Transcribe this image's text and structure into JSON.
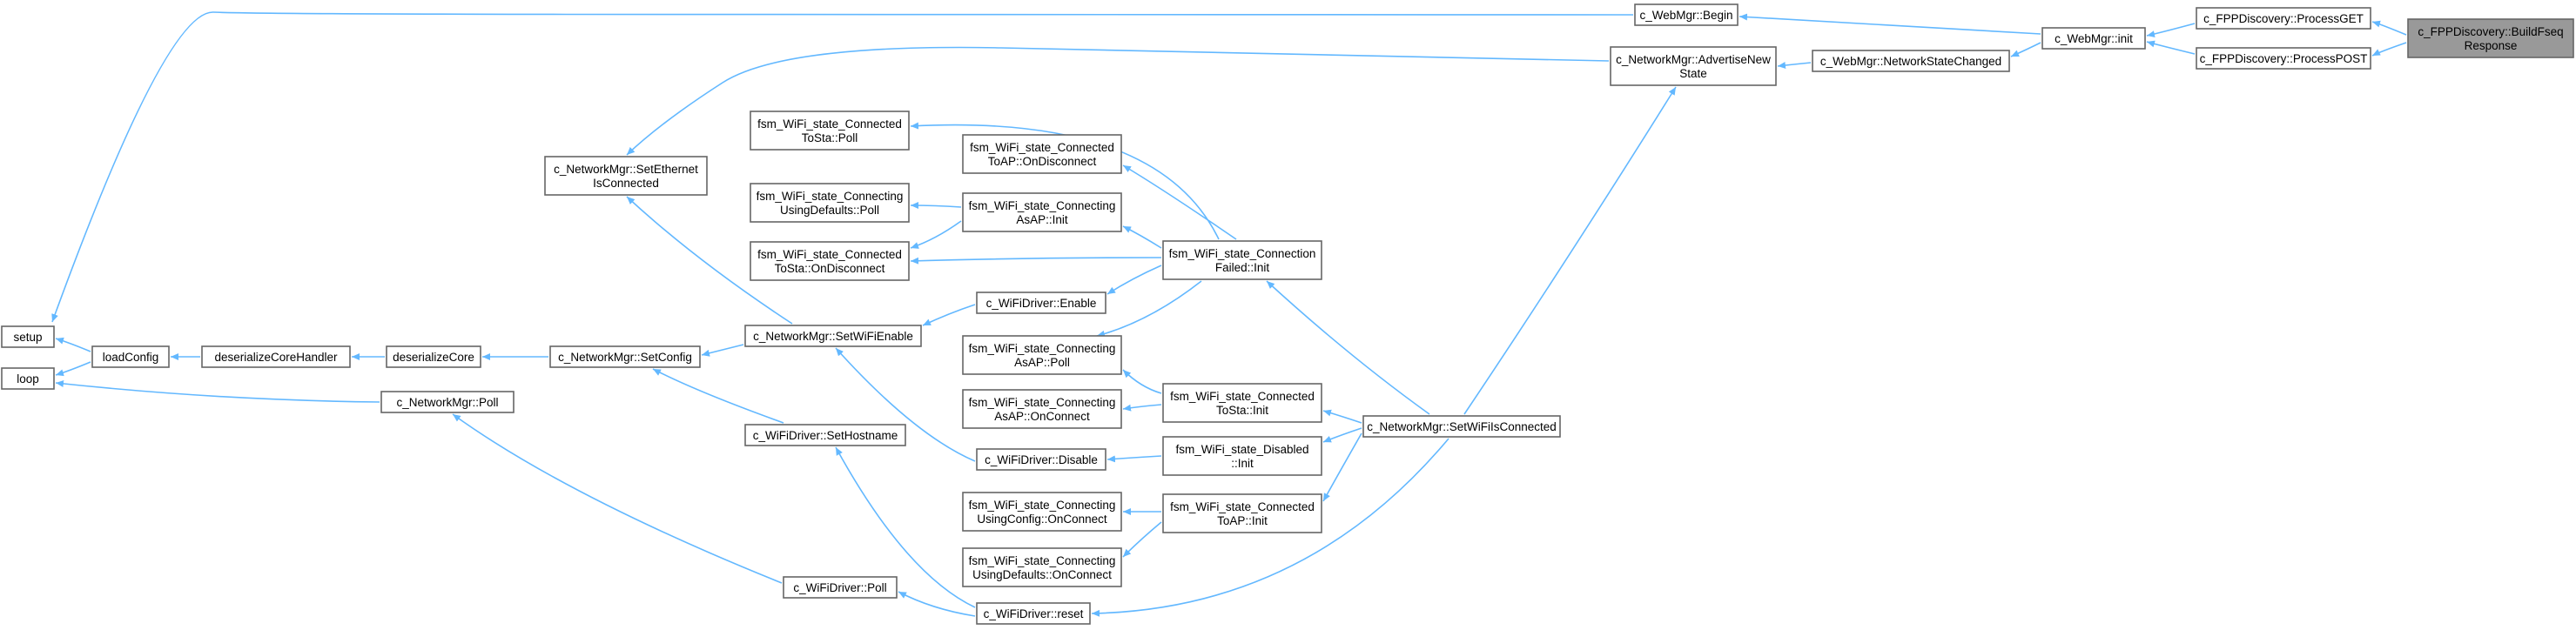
{
  "diagram": {
    "title": "",
    "colors": {
      "edge": "#63b8ff",
      "node_border": "#666666",
      "node_fill": "#ffffff",
      "root_fill": "#999999"
    },
    "nodes": [
      {
        "id": "root",
        "lines": [
          "c_FPPDiscovery::BuildFseq",
          "Response"
        ],
        "root": true
      },
      {
        "id": "processget",
        "lines": [
          "c_FPPDiscovery::ProcessGET"
        ]
      },
      {
        "id": "processpost",
        "lines": [
          "c_FPPDiscovery::ProcessPOST"
        ]
      },
      {
        "id": "webmgr_init",
        "lines": [
          "c_WebMgr::init"
        ]
      },
      {
        "id": "webmgr_begin",
        "lines": [
          "c_WebMgr::Begin"
        ]
      },
      {
        "id": "netstatechanged",
        "lines": [
          "c_WebMgr::NetworkStateChanged"
        ]
      },
      {
        "id": "advertise",
        "lines": [
          "c_NetworkMgr::AdvertiseNew",
          "State"
        ]
      },
      {
        "id": "setwifiisconnected",
        "lines": [
          "c_NetworkMgr::SetWiFiIsConnected"
        ]
      },
      {
        "id": "connfailed_init",
        "lines": [
          "fsm_WiFi_state_Connection",
          "Failed::Init"
        ]
      },
      {
        "id": "tosta_init",
        "lines": [
          "fsm_WiFi_state_Connected",
          "ToSta::Init"
        ]
      },
      {
        "id": "disabled_init",
        "lines": [
          "fsm_WiFi_state_Disabled",
          "::Init"
        ]
      },
      {
        "id": "toap_init",
        "lines": [
          "fsm_WiFi_state_Connected",
          "ToAP::Init"
        ]
      },
      {
        "id": "wifidriver_reset",
        "lines": [
          "c_WiFiDriver::reset"
        ]
      },
      {
        "id": "tosta_poll",
        "lines": [
          "fsm_WiFi_state_Connected",
          "ToSta::Poll"
        ]
      },
      {
        "id": "toap_ondisconnect",
        "lines": [
          "fsm_WiFi_state_Connected",
          "ToAP::OnDisconnect"
        ]
      },
      {
        "id": "asap_init",
        "lines": [
          "fsm_WiFi_state_Connecting",
          "AsAP::Init"
        ]
      },
      {
        "id": "usingdefaults_poll",
        "lines": [
          "fsm_WiFi_state_Connecting",
          "UsingDefaults::Poll"
        ]
      },
      {
        "id": "tosta_ondisconnect",
        "lines": [
          "fsm_WiFi_state_Connected",
          "ToSta::OnDisconnect"
        ]
      },
      {
        "id": "wifidriver_enable",
        "lines": [
          "c_WiFiDriver::Enable"
        ]
      },
      {
        "id": "asap_poll",
        "lines": [
          "fsm_WiFi_state_Connecting",
          "AsAP::Poll"
        ]
      },
      {
        "id": "asap_onconnect",
        "lines": [
          "fsm_WiFi_state_Connecting",
          "AsAP::OnConnect"
        ]
      },
      {
        "id": "wifidriver_disable",
        "lines": [
          "c_WiFiDriver::Disable"
        ]
      },
      {
        "id": "usingconfig_onconnect",
        "lines": [
          "fsm_WiFi_state_Connecting",
          "UsingConfig::OnConnect"
        ]
      },
      {
        "id": "usingdefaults_onconnect",
        "lines": [
          "fsm_WiFi_state_Connecting",
          "UsingDefaults::OnConnect"
        ]
      },
      {
        "id": "setwifienable",
        "lines": [
          "c_NetworkMgr::SetWiFiEnable"
        ]
      },
      {
        "id": "setethernet",
        "lines": [
          "c_NetworkMgr::SetEthernet",
          "IsConnected"
        ]
      },
      {
        "id": "sethostname",
        "lines": [
          "c_WiFiDriver::SetHostname"
        ]
      },
      {
        "id": "wifidriver_poll",
        "lines": [
          "c_WiFiDriver::Poll"
        ]
      },
      {
        "id": "setconfig",
        "lines": [
          "c_NetworkMgr::SetConfig"
        ]
      },
      {
        "id": "networkmgr_poll",
        "lines": [
          "c_NetworkMgr::Poll"
        ]
      },
      {
        "id": "deserializecore",
        "lines": [
          "deserializeCore"
        ]
      },
      {
        "id": "deserializecorehandler",
        "lines": [
          "deserializeCoreHandler"
        ]
      },
      {
        "id": "loadconfig",
        "lines": [
          "loadConfig"
        ]
      },
      {
        "id": "setup",
        "lines": [
          "setup"
        ]
      },
      {
        "id": "loop",
        "lines": [
          "loop"
        ]
      }
    ],
    "edges": [
      {
        "from": "root",
        "to": "processget"
      },
      {
        "from": "root",
        "to": "processpost"
      },
      {
        "from": "processget",
        "to": "webmgr_init"
      },
      {
        "from": "processpost",
        "to": "webmgr_init"
      },
      {
        "from": "webmgr_init",
        "to": "webmgr_begin"
      },
      {
        "from": "webmgr_init",
        "to": "netstatechanged"
      },
      {
        "from": "webmgr_begin",
        "to": "setup"
      },
      {
        "from": "netstatechanged",
        "to": "advertise"
      },
      {
        "from": "advertise",
        "to": "setethernet"
      },
      {
        "from": "advertise",
        "to": "setwifiisconnected"
      },
      {
        "from": "setwifiisconnected",
        "to": "connfailed_init"
      },
      {
        "from": "setwifiisconnected",
        "to": "tosta_init"
      },
      {
        "from": "setwifiisconnected",
        "to": "disabled_init"
      },
      {
        "from": "setwifiisconnected",
        "to": "toap_init"
      },
      {
        "from": "setwifiisconnected",
        "to": "wifidriver_reset"
      },
      {
        "from": "connfailed_init",
        "to": "tosta_poll"
      },
      {
        "from": "connfailed_init",
        "to": "toap_ondisconnect"
      },
      {
        "from": "connfailed_init",
        "to": "asap_init"
      },
      {
        "from": "connfailed_init",
        "to": "tosta_ondisconnect"
      },
      {
        "from": "connfailed_init",
        "to": "wifidriver_enable"
      },
      {
        "from": "connfailed_init",
        "to": "asap_poll"
      },
      {
        "from": "asap_init",
        "to": "usingdefaults_poll"
      },
      {
        "from": "asap_init",
        "to": "tosta_ondisconnect"
      },
      {
        "from": "tosta_init",
        "to": "asap_poll"
      },
      {
        "from": "tosta_init",
        "to": "asap_onconnect"
      },
      {
        "from": "disabled_init",
        "to": "wifidriver_disable"
      },
      {
        "from": "toap_init",
        "to": "usingconfig_onconnect"
      },
      {
        "from": "toap_init",
        "to": "usingdefaults_onconnect"
      },
      {
        "from": "wifidriver_enable",
        "to": "setwifienable"
      },
      {
        "from": "wifidriver_disable",
        "to": "setwifienable"
      },
      {
        "from": "wifidriver_reset",
        "to": "sethostname"
      },
      {
        "from": "wifidriver_reset",
        "to": "wifidriver_poll"
      },
      {
        "from": "setwifienable",
        "to": "setethernet"
      },
      {
        "from": "setwifienable",
        "to": "setconfig"
      },
      {
        "from": "sethostname",
        "to": "setconfig"
      },
      {
        "from": "wifidriver_poll",
        "to": "networkmgr_poll"
      },
      {
        "from": "setconfig",
        "to": "deserializecore"
      },
      {
        "from": "networkmgr_poll",
        "to": "loop"
      },
      {
        "from": "deserializecore",
        "to": "deserializecorehandler"
      },
      {
        "from": "deserializecorehandler",
        "to": "loadconfig"
      },
      {
        "from": "loadconfig",
        "to": "setup"
      },
      {
        "from": "loadconfig",
        "to": "loop"
      }
    ]
  }
}
